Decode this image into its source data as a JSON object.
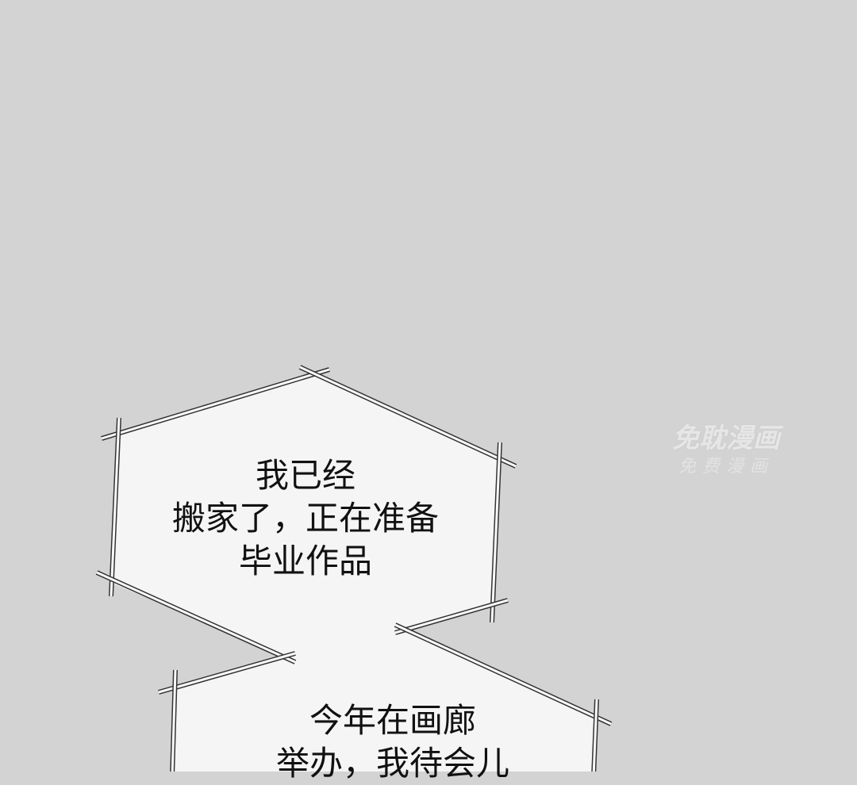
{
  "panel": {
    "bubble_top_lines": [
      "我已经",
      "搬家了，正在准备",
      "毕业作品"
    ],
    "bubble_bottom_lines": [
      "今年在画廊",
      "举办，我待会儿"
    ]
  },
  "watermark": {
    "line1": "免耽漫画",
    "line2": "免费漫画"
  },
  "colors": {
    "background": "#d3d3d3",
    "bubble": "#f5f5f5",
    "outline": "#333333"
  }
}
